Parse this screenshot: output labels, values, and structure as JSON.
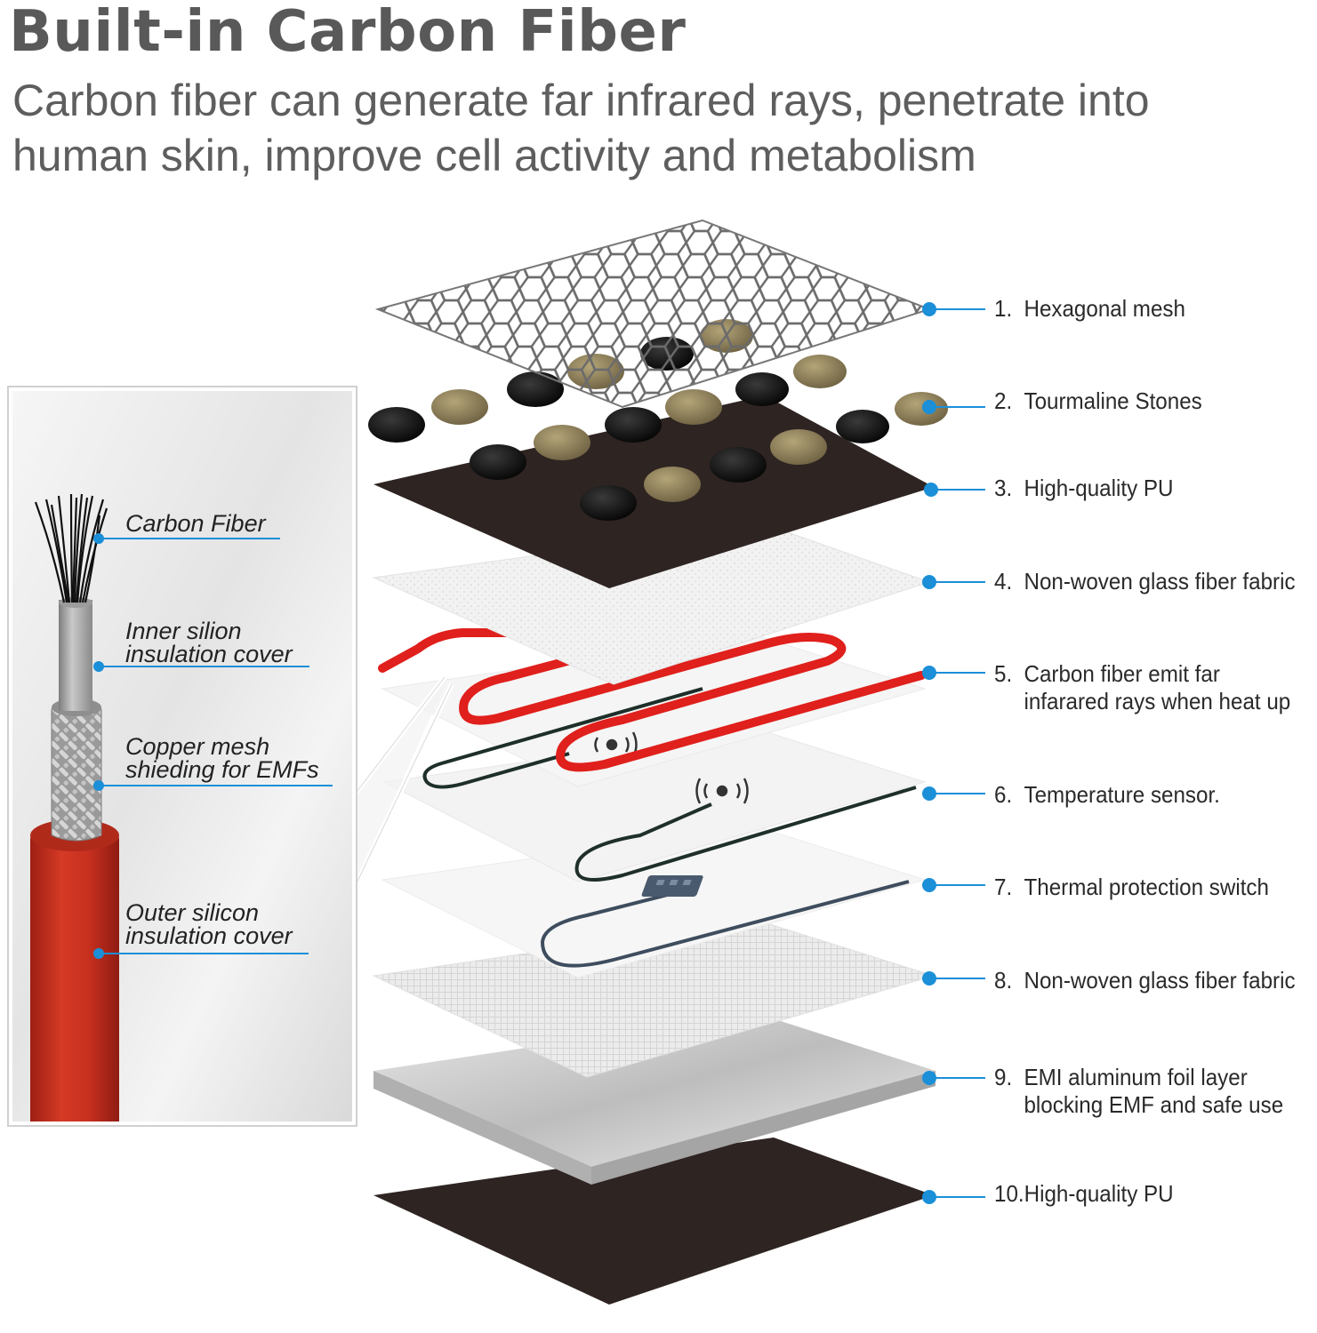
{
  "heading": {
    "title": "Built-in Carbon Fiber",
    "subtitle_line1": "Carbon fiber can generate far infrared rays, penetrate into",
    "subtitle_line2": "human skin, improve cell activity and metabolism"
  },
  "layers": [
    {
      "num": "1.",
      "line1": "Hexagonal mesh"
    },
    {
      "num": "2.",
      "line1": "Tourmaline Stones"
    },
    {
      "num": "3.",
      "line1": "High-quality PU"
    },
    {
      "num": "4.",
      "line1": "Non-woven glass fiber fabric"
    },
    {
      "num": "5.",
      "line1": "Carbon fiber emit far",
      "line2": "infarared rays when heat up"
    },
    {
      "num": "6.",
      "line1": "Temperature sensor."
    },
    {
      "num": "7.",
      "line1": "Thermal protection switch"
    },
    {
      "num": "8.",
      "line1": "Non-woven glass fiber fabric"
    },
    {
      "num": "9.",
      "line1": "EMI aluminum foil layer",
      "line2": "blocking EMF and safe use"
    },
    {
      "num": "10.",
      "line1": "High-quality PU"
    }
  ],
  "cable_inset": {
    "labels": [
      {
        "line1": "Carbon Fiber"
      },
      {
        "line1": "Inner silion",
        "line2": "insulation cover"
      },
      {
        "line1": "Copper mesh",
        "line2": "shieding for EMFs"
      },
      {
        "line1": "Outer silicon",
        "line2": "insulation cover"
      }
    ]
  },
  "colors": {
    "leader": "#1b8fd8",
    "heating_wire": "#e0201c",
    "pu_layer": "#2e2422",
    "cable_jacket": "#c8301f",
    "stone_gold": "#8a7a55",
    "stone_black": "#0e0e0e"
  }
}
